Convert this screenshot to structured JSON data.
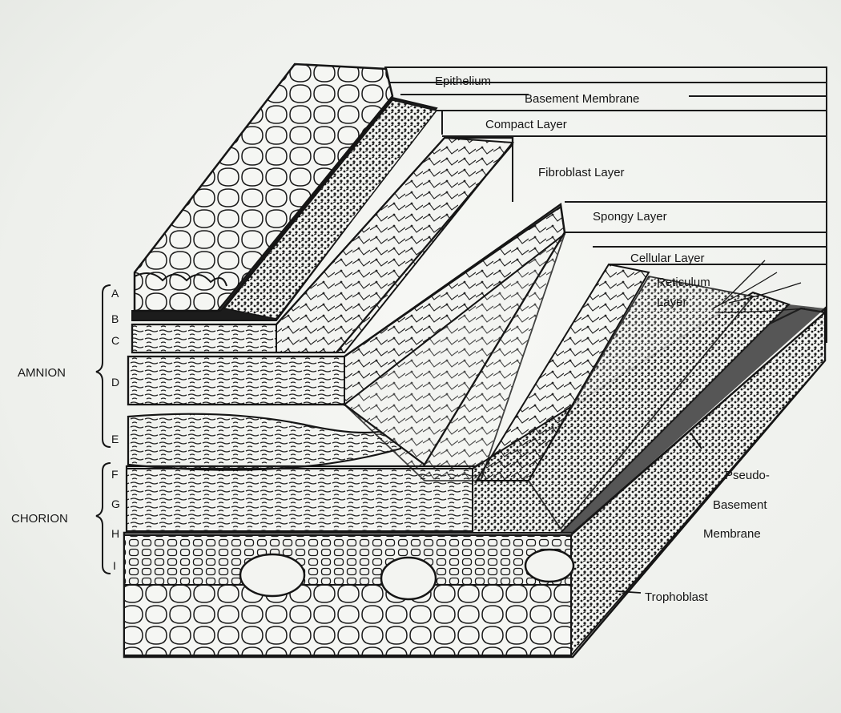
{
  "diagram": {
    "layer_labels": {
      "epithelium": "Epithelium",
      "basement_membrane": "Basement Membrane",
      "compact_layer": "Compact Layer",
      "fibroblast_layer": "Fibroblast Layer",
      "spongy_layer": "Spongy Layer",
      "cellular_layer": "Cellular Layer",
      "reticulum_layer_line1": "Reticulum",
      "reticulum_layer_line2": "Layer",
      "pseudo_line1": "Pseudo-",
      "pseudo_line2": "Basement",
      "pseudo_line3": "Membrane",
      "trophoblast": "Trophoblast"
    },
    "groups": {
      "amnion": "AMNION",
      "chorion": "CHORION"
    },
    "letters": [
      "A",
      "B",
      "C",
      "D",
      "E",
      "F",
      "G",
      "H",
      "I"
    ],
    "colors": {
      "ink": "#151515",
      "paper": "#f3f4f1"
    }
  }
}
